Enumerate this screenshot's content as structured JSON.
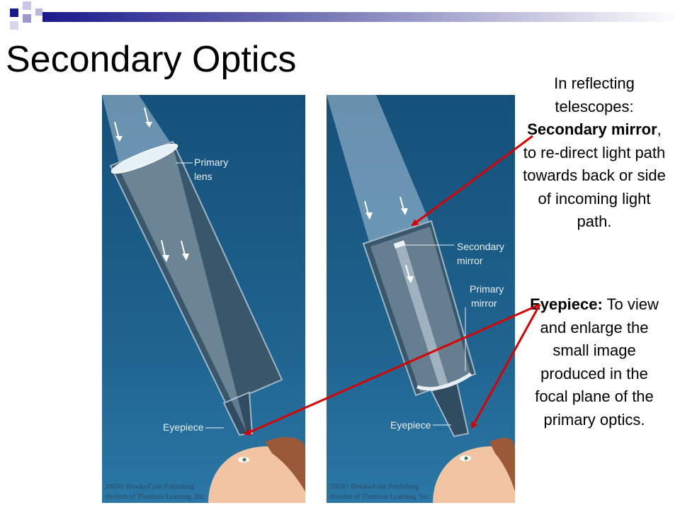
{
  "slide": {
    "title": "Secondary Optics"
  },
  "left_diagram": {
    "labels": {
      "primary_lens_line1": "Primary",
      "primary_lens_line2": "lens",
      "eyepiece": "Eyepiece"
    },
    "credit_line1": "2003© Brooks/Cole Publishing",
    "credit_line2": "division of Thomson Learning, Inc."
  },
  "right_diagram": {
    "labels": {
      "secondary_mirror_line1": "Secondary",
      "secondary_mirror_line2": "mirror",
      "primary_mirror_line1": "Primary",
      "primary_mirror_line2": "mirror",
      "eyepiece": "Eyepiece"
    },
    "credit_line1": "2003© Brooks/Cole Publishing",
    "credit_line2": "division of Thomson Learning, Inc."
  },
  "notes": {
    "secondary": {
      "intro": "In reflecting telescopes:",
      "bold": "Secondary mirror",
      "rest": ", to re-direct light path towards back or side of incoming light path."
    },
    "eyepiece": {
      "bold": "Eyepiece:",
      "rest": " To view and enlarge the small image produced in the focal plane of the primary optics."
    }
  },
  "colors": {
    "theme_navy": "#1a1a8c",
    "theme_lavender": "#9999cc",
    "annotation_arrow": "#d90000",
    "diagram_background": "#1e5d86"
  }
}
